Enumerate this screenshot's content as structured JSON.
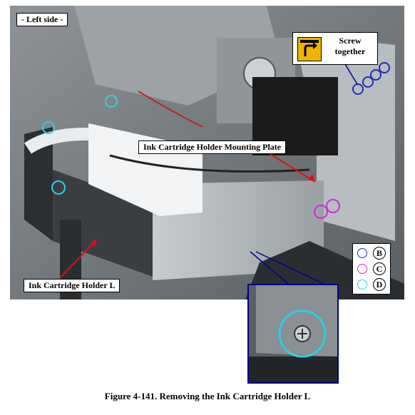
{
  "labels": {
    "left_side": "- Left side -",
    "mounting_plate": "Ink Cartridge Holder Mounting Plate",
    "holder_l": "Ink Cartridge Holder L"
  },
  "screw_note": {
    "line1": "Screw",
    "line2": "together"
  },
  "legend": [
    {
      "letter": "B",
      "color": "#1f2fb0"
    },
    {
      "letter": "C",
      "color": "#d22bd2"
    },
    {
      "letter": "D",
      "color": "#2ad2e0"
    }
  ],
  "caption": "Figure 4-141.  Removing the Ink Cartridge Holder L",
  "colors": {
    "arrow": "#e01010",
    "inset_border": "#00008b",
    "screw_icon": "#f2b300"
  }
}
